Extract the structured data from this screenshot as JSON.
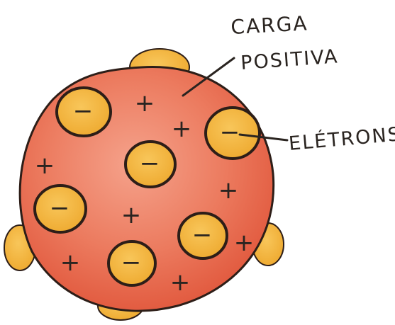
{
  "labels": {
    "charge_line1": "CARGA",
    "charge_line2": "POSITIVA",
    "electrons": "ELÉTRONS"
  },
  "signs": {
    "positive": "+",
    "negative": "−"
  },
  "colors": {
    "sphere_fill": "#ec7b5f",
    "sphere_outline": "#2d1e18",
    "electron_fill": "#f3b43a",
    "electron_outline": "#2d1e18",
    "ink": "#2a2420"
  }
}
